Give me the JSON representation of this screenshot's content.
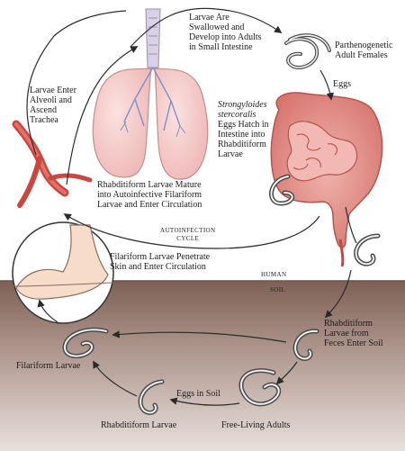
{
  "labels": {
    "swallowed": [
      "Larvae Are",
      "Swallowed and",
      "Develop into Adults",
      "in Small Intestine"
    ],
    "parthenogenetic": [
      "Parthenogenetic",
      "Adult Females"
    ],
    "eggs": "Eggs",
    "alveoli": [
      "Larvae Enter",
      "Alveoli and",
      "Ascend",
      "Trachea"
    ],
    "hatch_species": "Strongyloides",
    "hatch_species2": "stercoralis",
    "hatch_rest": [
      "Eggs Hatch in",
      "Intestine into",
      "Rhabditiform",
      "Larvae"
    ],
    "mature": [
      "Rhabditiform Larvae Mature",
      "into Autoinfective Filariform",
      "Larvae and Enter Circulation"
    ],
    "autoinfection": [
      "AUTOINFECTION",
      "CYCLE"
    ],
    "penetrate": [
      "Filariform Larvae Penetrate",
      "Skin and Enter Circulation"
    ],
    "human": "HUMAN",
    "soil": "SOIL",
    "rhabditiform_feces": [
      "Rhabditiform",
      "Larvae from",
      "Feces Enter Soil"
    ],
    "filariform_larvae": "Filariform Larvae",
    "eggs_in_soil": "Eggs in Soil",
    "rhabditiform_larvae": "Rhabditiform Larvae",
    "free_living": "Free-Living Adults"
  },
  "colors": {
    "soil": "#8c6e62",
    "lung": "#f3c7c6",
    "vessel": "#d5554c",
    "intestine": "#e69a94",
    "arrow": "#2a2a2a"
  }
}
